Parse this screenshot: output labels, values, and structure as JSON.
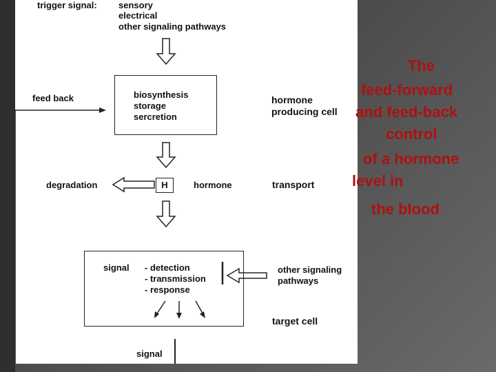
{
  "diagram": {
    "trigger_label": "trigger signal:",
    "trigger_items": [
      "sensory",
      "electrical",
      "other signaling pathways"
    ],
    "feedback_label": "feed back",
    "producing_box_lines": [
      "biosynthesis",
      "storage",
      "sercretion"
    ],
    "hormone_producing_line1": "hormone",
    "hormone_producing_line2": "producing cell",
    "degradation_label": "degradation",
    "h_box_label": "H",
    "hormone_label": "hormone",
    "transport_label": "transport",
    "signal_box_label": "signal",
    "signal_box_items": [
      "- detection",
      "- transmission",
      "- response"
    ],
    "other_pathways_line1": "other signaling",
    "other_pathways_line2": "pathways",
    "target_cell_label": "target cell",
    "bottom_signal_label": "signal"
  },
  "caption": {
    "line1": "The",
    "line2": "feed-forward",
    "line3": "and feed-back",
    "line4": "control",
    "line5": "of a hormone",
    "line6": "level in",
    "line7": "the blood"
  },
  "colors": {
    "caption": "#b01010",
    "ink": "#111111",
    "background": "#4a4a4a"
  }
}
